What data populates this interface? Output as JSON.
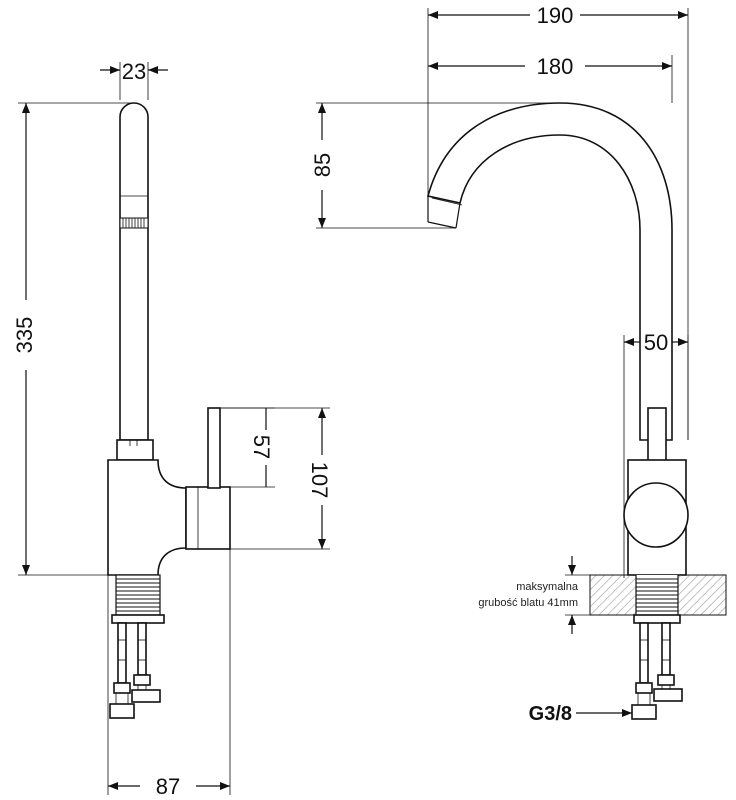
{
  "dimensions": {
    "spout_width": "23",
    "total_height": "335",
    "lever_height": "57",
    "body_height": "107",
    "base_depth": "87",
    "overall_reach": "190",
    "spout_reach": "180",
    "spout_drop": "85",
    "body_diameter": "50"
  },
  "notes": {
    "countertop_line1": "maksymalna",
    "countertop_line2": "grubość blatu 41mm",
    "connection": "G3/8"
  },
  "colors": {
    "line": "#111111",
    "hatch": "#999999"
  }
}
